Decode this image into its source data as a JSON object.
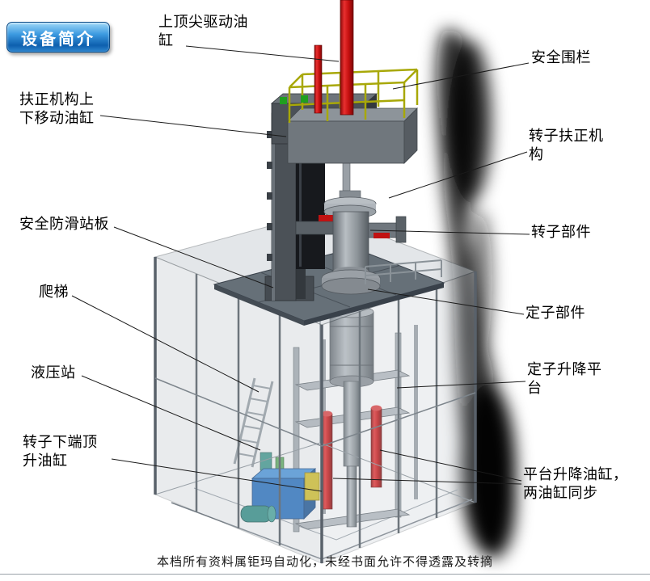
{
  "badge": {
    "label": "设备简介"
  },
  "labels": {
    "top_drive_cylinder": "上顶尖驱动油缸",
    "safety_fence": "安全围栏",
    "centering_move_cylinder": "扶正机构上下移动油缸",
    "rotor_centering_mechanism": "转子扶正机构",
    "antislip_platform": "安全防滑站板",
    "rotor_component": "转子部件",
    "ladder": "爬梯",
    "stator_component": "定子部件",
    "hydraulic_station": "液压站",
    "stator_lift_platform": "定子升降平台",
    "rotor_bottom_jack_cylinder": "转子下端顶升油缸",
    "platform_lift_cylinders": "平台升降油缸，两油缸同步"
  },
  "footer": {
    "text": "本档所有资料属钜玛自动化，未经书面允许不得透露及转摘"
  },
  "colors": {
    "badge_blue": "#1565c0",
    "cylinder_red": "#c01212",
    "railing_yellow": "#a8a808",
    "hydraulic_blue": "#2470c2",
    "structure_gray": "#4b5157",
    "deck_gray": "#667078"
  }
}
